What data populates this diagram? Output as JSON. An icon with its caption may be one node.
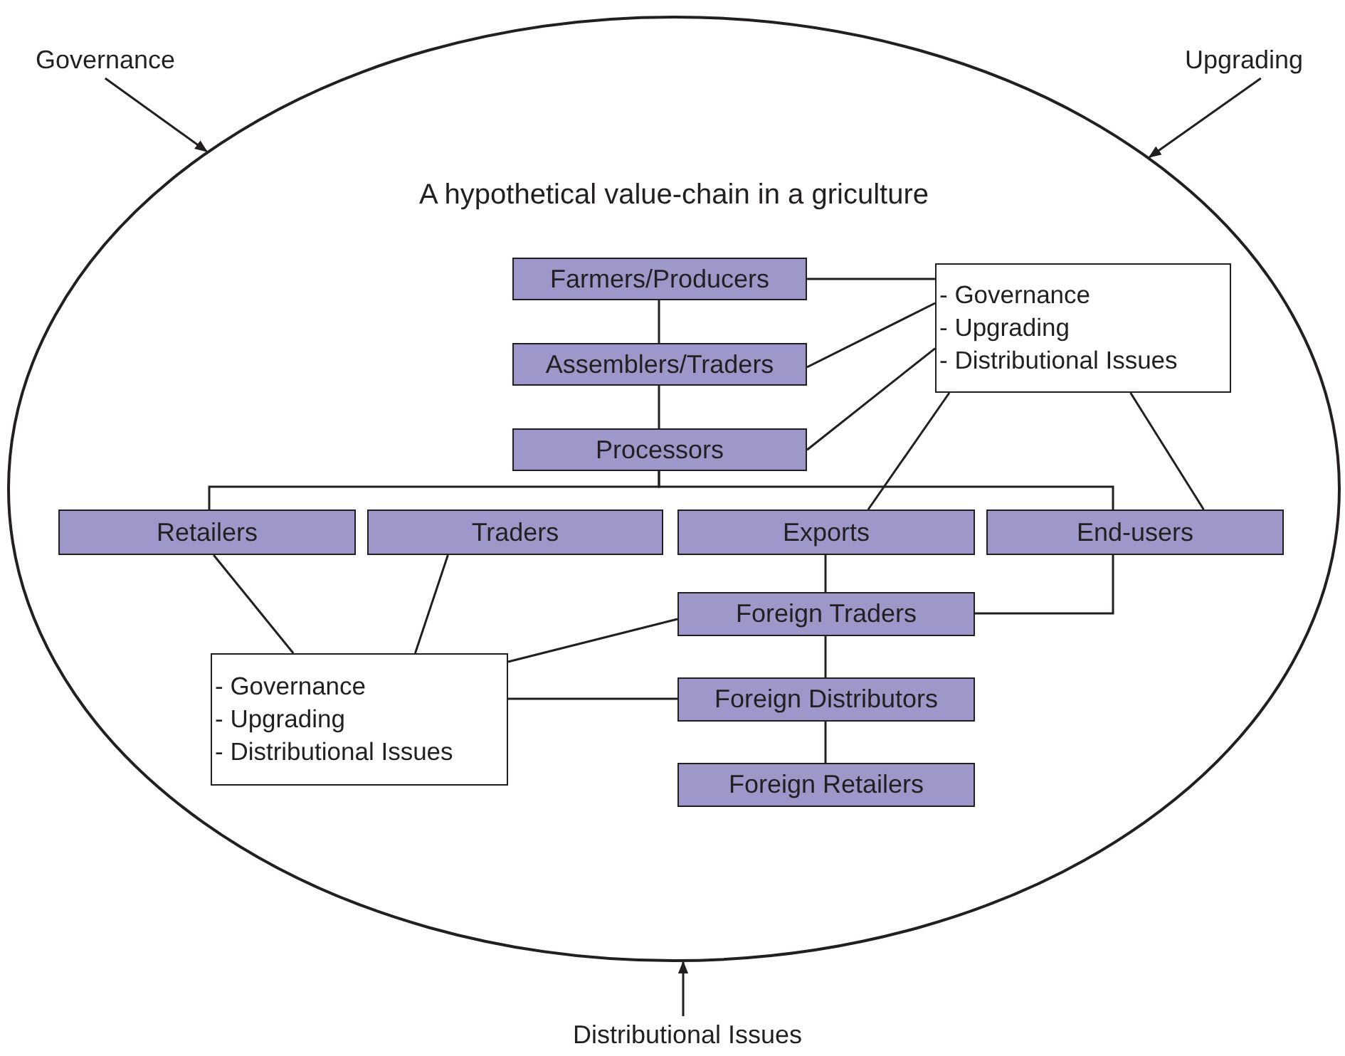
{
  "diagram": {
    "nodes": [
      {
        "text": [
          "A hypothetical value-chain in a griculture"
        ]
      },
      {
        "text": [
          "Governance"
        ]
      },
      {
        "text": [
          "Upgrading"
        ]
      },
      {
        "text": [
          "Distributional Issues"
        ]
      },
      {
        "text": [
          "Farmers/Producers"
        ],
        "in": 0
      },
      {
        "text": [
          "- Governance",
          "- Upgrading",
          "- Distributional Issues"
        ],
        "in": 0
      },
      {
        "text": [
          "Assemblers/Traders"
        ],
        "in": 0
      },
      {
        "text": [
          "Processors"
        ],
        "in": 0
      },
      {
        "text": [
          "Retailers"
        ],
        "in": 0
      },
      {
        "text": [
          "Traders"
        ],
        "in": 0
      },
      {
        "text": [
          "Exports"
        ],
        "in": 0
      },
      {
        "text": [
          "End-users"
        ],
        "in": 0
      },
      {
        "text": [
          "Foreign Traders"
        ],
        "in": 0
      },
      {
        "text": [
          "- Governance",
          "- Upgrading",
          "- Distributional Issues"
        ],
        "in": 0
      },
      {
        "text": [
          "Foreign Distributors"
        ],
        "in": 0
      },
      {
        "text": [
          "Foreign Retailers"
        ],
        "in": 0
      }
    ],
    "edges": [
      {
        "from": 1,
        "to": 0,
        "arrow": "to"
      },
      {
        "from": 2,
        "to": 0,
        "arrow": "to"
      },
      {
        "from": 3,
        "to": 0,
        "arrow": "to"
      },
      {
        "from": 4,
        "to": 6,
        "arrow": "none"
      },
      {
        "from": 6,
        "to": 7,
        "arrow": "none"
      },
      {
        "from": 7,
        "to": 8,
        "arrow": "none"
      },
      {
        "from": 7,
        "to": 11,
        "arrow": "none"
      },
      {
        "from": 4,
        "to": 5,
        "arrow": "none"
      },
      {
        "from": 6,
        "to": 5,
        "arrow": "none"
      },
      {
        "from": 7,
        "to": 5,
        "arrow": "none"
      },
      {
        "from": 10,
        "to": 5,
        "arrow": "none"
      },
      {
        "from": 11,
        "to": 5,
        "arrow": "none"
      },
      {
        "from": 10,
        "to": 12,
        "arrow": "none"
      },
      {
        "from": 12,
        "to": 14,
        "arrow": "none"
      },
      {
        "from": 14,
        "to": 15,
        "arrow": "none"
      },
      {
        "from": 11,
        "to": 12,
        "arrow": "none"
      },
      {
        "from": 8,
        "to": 13,
        "arrow": "none"
      },
      {
        "from": 9,
        "to": 13,
        "arrow": "none"
      },
      {
        "from": 12,
        "to": 13,
        "arrow": "none"
      },
      {
        "from": 14,
        "to": 13,
        "arrow": "none"
      }
    ]
  }
}
